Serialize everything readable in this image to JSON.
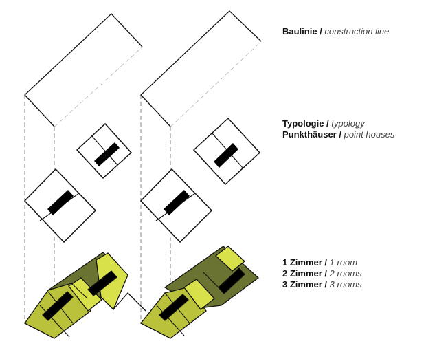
{
  "colors": {
    "room_1": "#d9e14a",
    "room_2": "#b9c23a",
    "room_3": "#6b7332",
    "core": "#000000",
    "outline": "#111111",
    "guide_line": "#9a9a9a"
  },
  "legend": {
    "construction": {
      "de": "Baulinie",
      "sep": " / ",
      "en": "construction line"
    },
    "typology": [
      {
        "de": "Typologie",
        "sep": " / ",
        "en": "typology"
      },
      {
        "de": "Punkthäuser",
        "sep": " /  ",
        "en": "point houses"
      }
    ],
    "rooms": [
      {
        "de": "1 Zimmer",
        "sep": " / ",
        "en": "1 room"
      },
      {
        "de": "2 Zimmer",
        "sep": " / ",
        "en": "2 rooms"
      },
      {
        "de": "3 Zimmer",
        "sep": " / ",
        "en": "3 rooms"
      }
    ]
  }
}
